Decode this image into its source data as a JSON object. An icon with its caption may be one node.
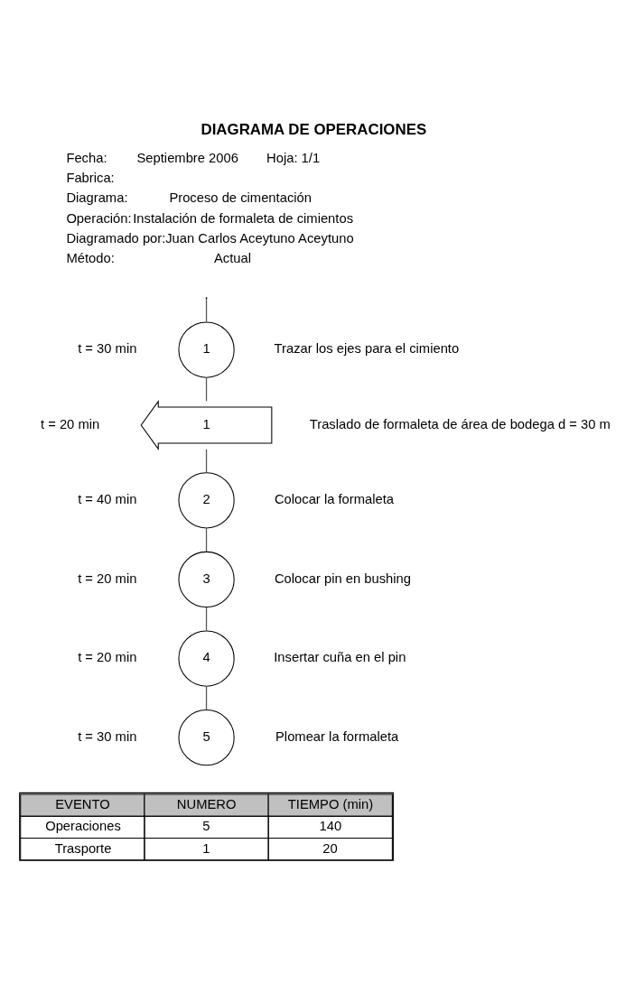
{
  "diagram": {
    "title": "DIAGRAMA DE OPERACIONES",
    "nodes": [
      {
        "text": [
          "1"
        ],
        "beside": [
          "t = 30 min",
          "Trazar los ejes para el cimiento"
        ]
      },
      {
        "text": [
          "1"
        ],
        "beside": [
          "t = 20 min",
          "Traslado de formaleta de área de bodega d = 30 m"
        ]
      },
      {
        "text": [
          "2"
        ],
        "beside": [
          "t = 40 min",
          "Colocar la formaleta"
        ]
      },
      {
        "text": [
          "3"
        ],
        "beside": [
          "t = 20 min",
          "Colocar pin en bushing"
        ]
      },
      {
        "text": [
          "4"
        ],
        "beside": [
          "t = 20 min",
          "Insertar cuña en el pin"
        ]
      },
      {
        "text": [
          "5"
        ],
        "beside": [
          "t = 30 min",
          "Plomear la formaleta"
        ]
      }
    ],
    "edges": [
      {
        "from": null,
        "to": 0,
        "arrow": "none"
      },
      {
        "from": 0,
        "to": 1,
        "arrow": "none"
      },
      {
        "from": 1,
        "to": 2,
        "arrow": "none"
      },
      {
        "from": 2,
        "to": 3,
        "arrow": "none"
      },
      {
        "from": 3,
        "to": 4,
        "arrow": "none"
      },
      {
        "from": 4,
        "to": 5,
        "arrow": "none"
      }
    ],
    "labels": [
      "Fecha:",
      "Septiembre 2006",
      "Hoja: 1/1",
      "Fabrica:",
      "Diagrama:",
      "Proceso de cimentación",
      "Operación:",
      "Instalación de formaleta de cimientos",
      "Diagramado por:",
      "Juan Carlos Aceytuno Aceytuno",
      "Método:",
      "Actual",
      "EVENTO",
      "NUMERO",
      "TIEMPO (min)",
      "Operaciones",
      "5",
      "140",
      "Trasporte",
      "1",
      "20"
    ]
  }
}
